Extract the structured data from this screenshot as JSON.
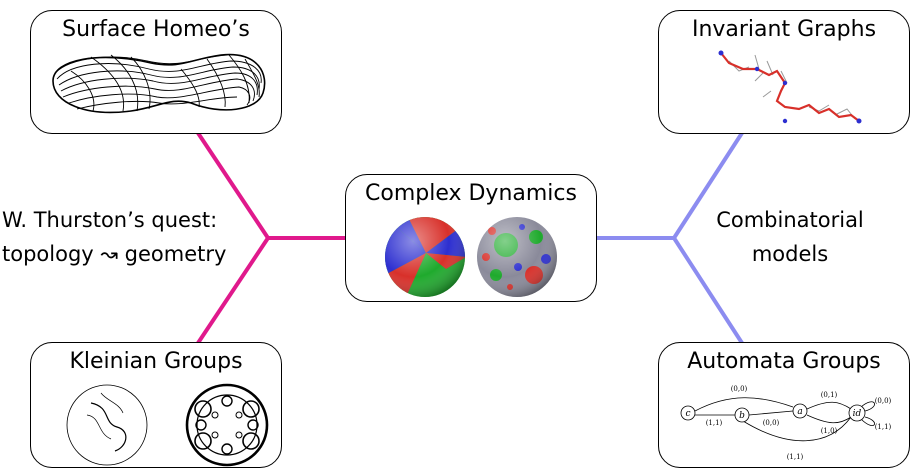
{
  "boxes": {
    "surface": "Surface Homeo’s",
    "invariant": "Invariant Graphs",
    "complex": "Complex Dynamics",
    "kleinian": "Kleinian Groups",
    "automata": "Automata Groups"
  },
  "left_text": {
    "line1": "W. Thurston’s quest:",
    "line2": "topology ↝ geometry"
  },
  "right_text": {
    "line1": "Combinatorial",
    "line2": "models"
  },
  "automaton": {
    "states": [
      "c",
      "b",
      "a",
      "id"
    ],
    "edge_labels": [
      "(0,0)",
      "(1,1)",
      "(0,0)",
      "(0,1)",
      "(1,0)",
      "(1,1)",
      "(0,0)",
      "(1,1)"
    ]
  },
  "colors": {
    "left_connector": "#e0198c",
    "right_connector": "#8c8cf0",
    "red": "#d8302a",
    "blue": "#2d2fd0",
    "green": "#1faa2d"
  }
}
